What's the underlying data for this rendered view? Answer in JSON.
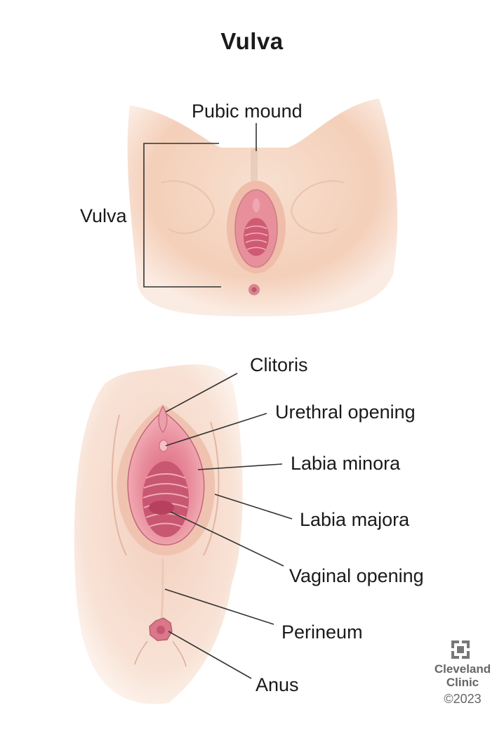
{
  "title": "Vulva",
  "top_labels": {
    "pubic_mound": "Pubic mound",
    "vulva": "Vulva"
  },
  "bottom_labels": {
    "clitoris": "Clitoris",
    "urethral_opening": "Urethral opening",
    "labia_minora": "Labia minora",
    "labia_majora": "Labia majora",
    "vaginal_opening": "Vaginal opening",
    "perineum": "Perineum",
    "anus": "Anus"
  },
  "logo": {
    "line1": "Cleveland",
    "line2": "Clinic",
    "copyright": "©2023"
  },
  "colors": {
    "skin": "#f6d9c6",
    "skin_dark": "#efc7b0",
    "tissue": "#e88a9a",
    "tissue_dark": "#c65672",
    "line": "#333333"
  }
}
